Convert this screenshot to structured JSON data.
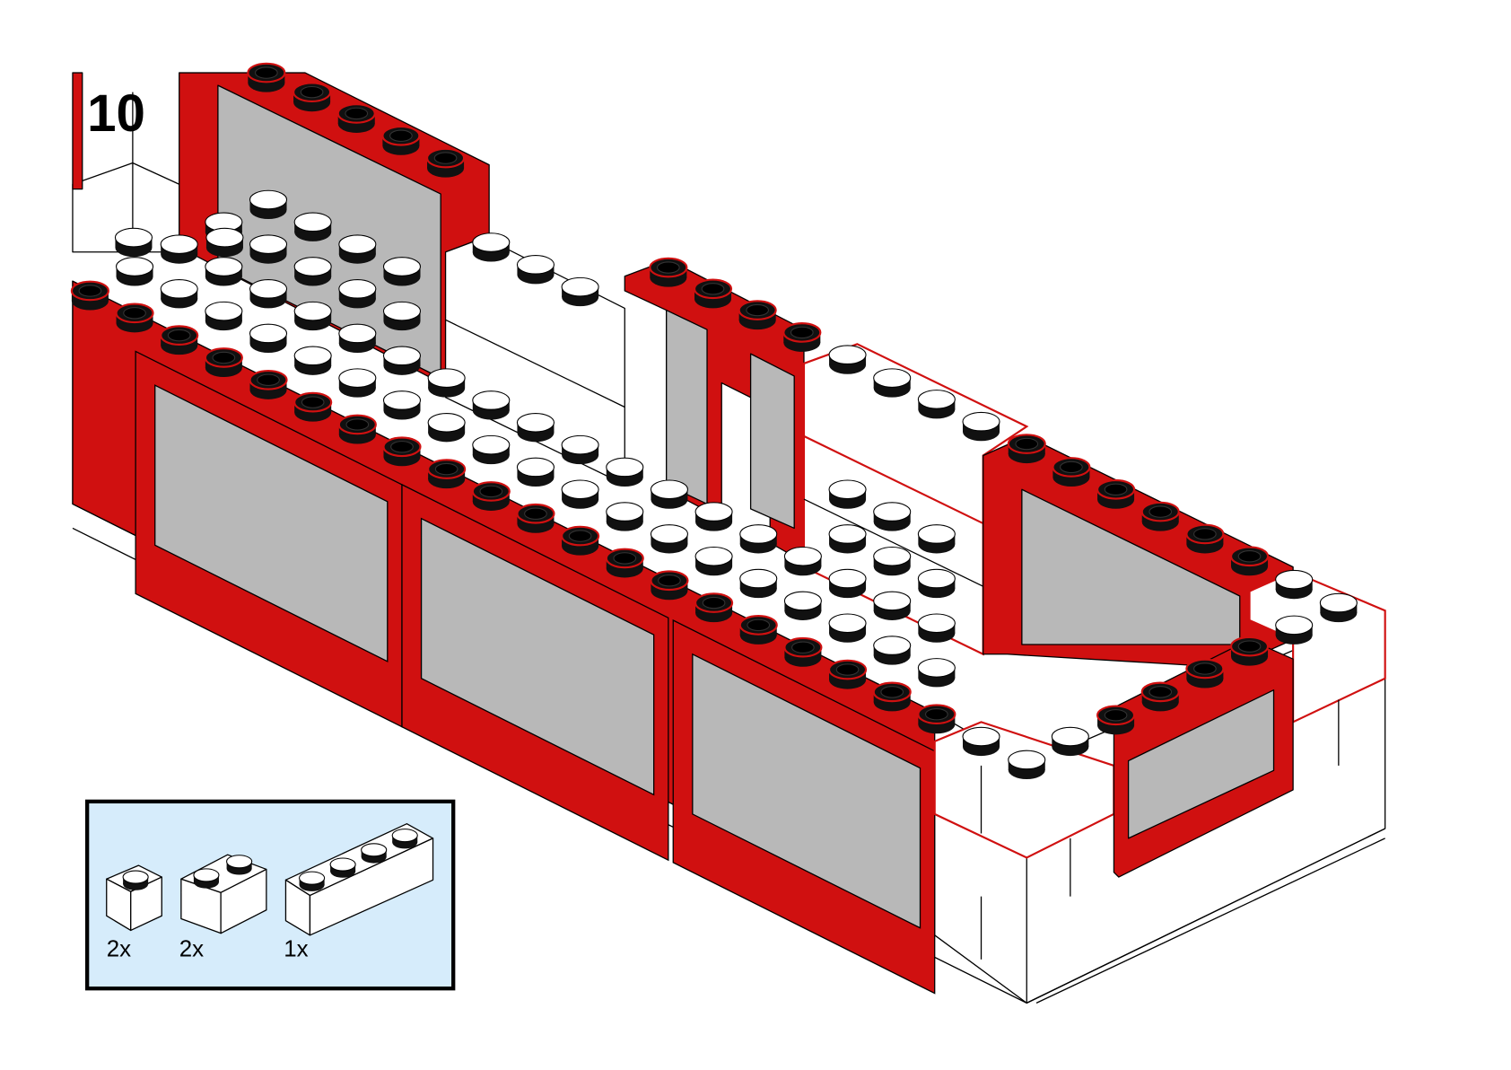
{
  "step": {
    "number": "10"
  },
  "parts_list": {
    "background": "#d6ecfb",
    "items": [
      {
        "part": "brick-1x1",
        "color": "white",
        "quantity": "2x"
      },
      {
        "part": "brick-1x2",
        "color": "white",
        "quantity": "2x"
      },
      {
        "part": "brick-1x4",
        "color": "white",
        "quantity": "1x"
      }
    ]
  },
  "colors": {
    "red": "#d01010",
    "white": "#ffffff",
    "glass": "#b8b8b8",
    "stud_side": "#111111"
  }
}
